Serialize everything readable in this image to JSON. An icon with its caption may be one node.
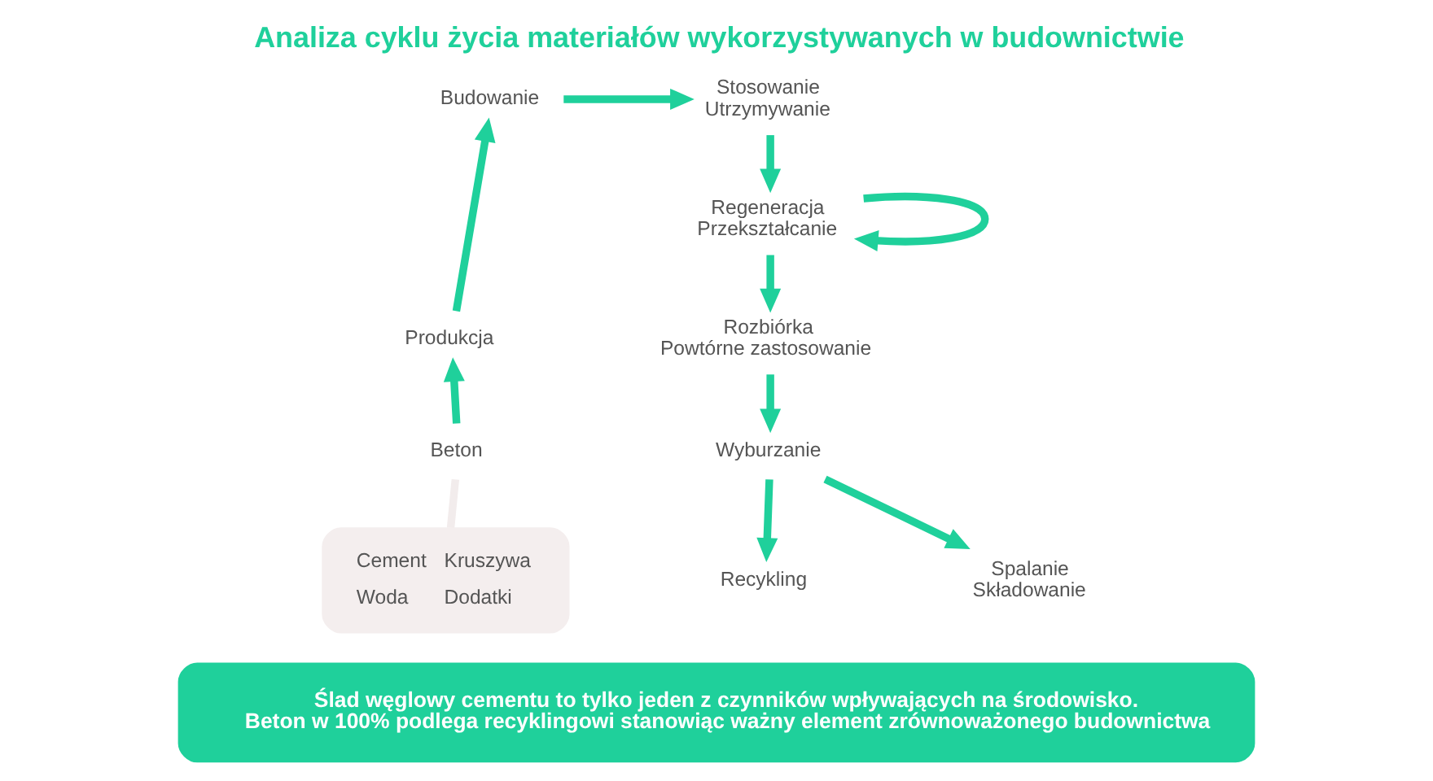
{
  "diagram": {
    "title": "Analiza cyklu życia materiałów wykorzystywanych w budownictwie",
    "nodes": [
      {
        "text": [
          "Cement",
          "Kruszywa",
          "Woda",
          "Dodatki"
        ]
      },
      {
        "text": [
          "Beton"
        ]
      },
      {
        "text": [
          "Produkcja"
        ]
      },
      {
        "text": [
          "Budowanie"
        ]
      },
      {
        "text": [
          "Stosowanie",
          "Utrzymywanie"
        ]
      },
      {
        "text": [
          "Regeneracja",
          "Przekształcanie"
        ]
      },
      {
        "text": [
          "Rozbiórka",
          "Powtórne zastosowanie"
        ]
      },
      {
        "text": [
          "Wyburzanie"
        ]
      },
      {
        "text": [
          "Recykling"
        ]
      },
      {
        "text": [
          "Spalanie",
          "Składowanie"
        ]
      },
      {
        "text": [
          "Ślad węglowy cementu to tylko jeden z czynników wpływających na środowisko.",
          "Beton w 100% podlega recyklingowi stanowiąc ważny element zrównoważonego budownictwa"
        ]
      }
    ],
    "edges": [
      {
        "from": 0,
        "to": 1,
        "arrow": "none",
        "color": "#f2ecec"
      },
      {
        "from": 1,
        "to": 2,
        "arrow": "to"
      },
      {
        "from": 2,
        "to": 3,
        "arrow": "to"
      },
      {
        "from": 3,
        "to": 4,
        "arrow": "to"
      },
      {
        "from": 4,
        "to": 5,
        "arrow": "to"
      },
      {
        "from": 5,
        "to": 5,
        "arrow": "to"
      },
      {
        "from": 5,
        "to": 6,
        "arrow": "to"
      },
      {
        "from": 6,
        "to": 7,
        "arrow": "to"
      },
      {
        "from": 7,
        "to": 8,
        "arrow": "to"
      },
      {
        "from": 7,
        "to": 9,
        "arrow": "to"
      }
    ]
  }
}
